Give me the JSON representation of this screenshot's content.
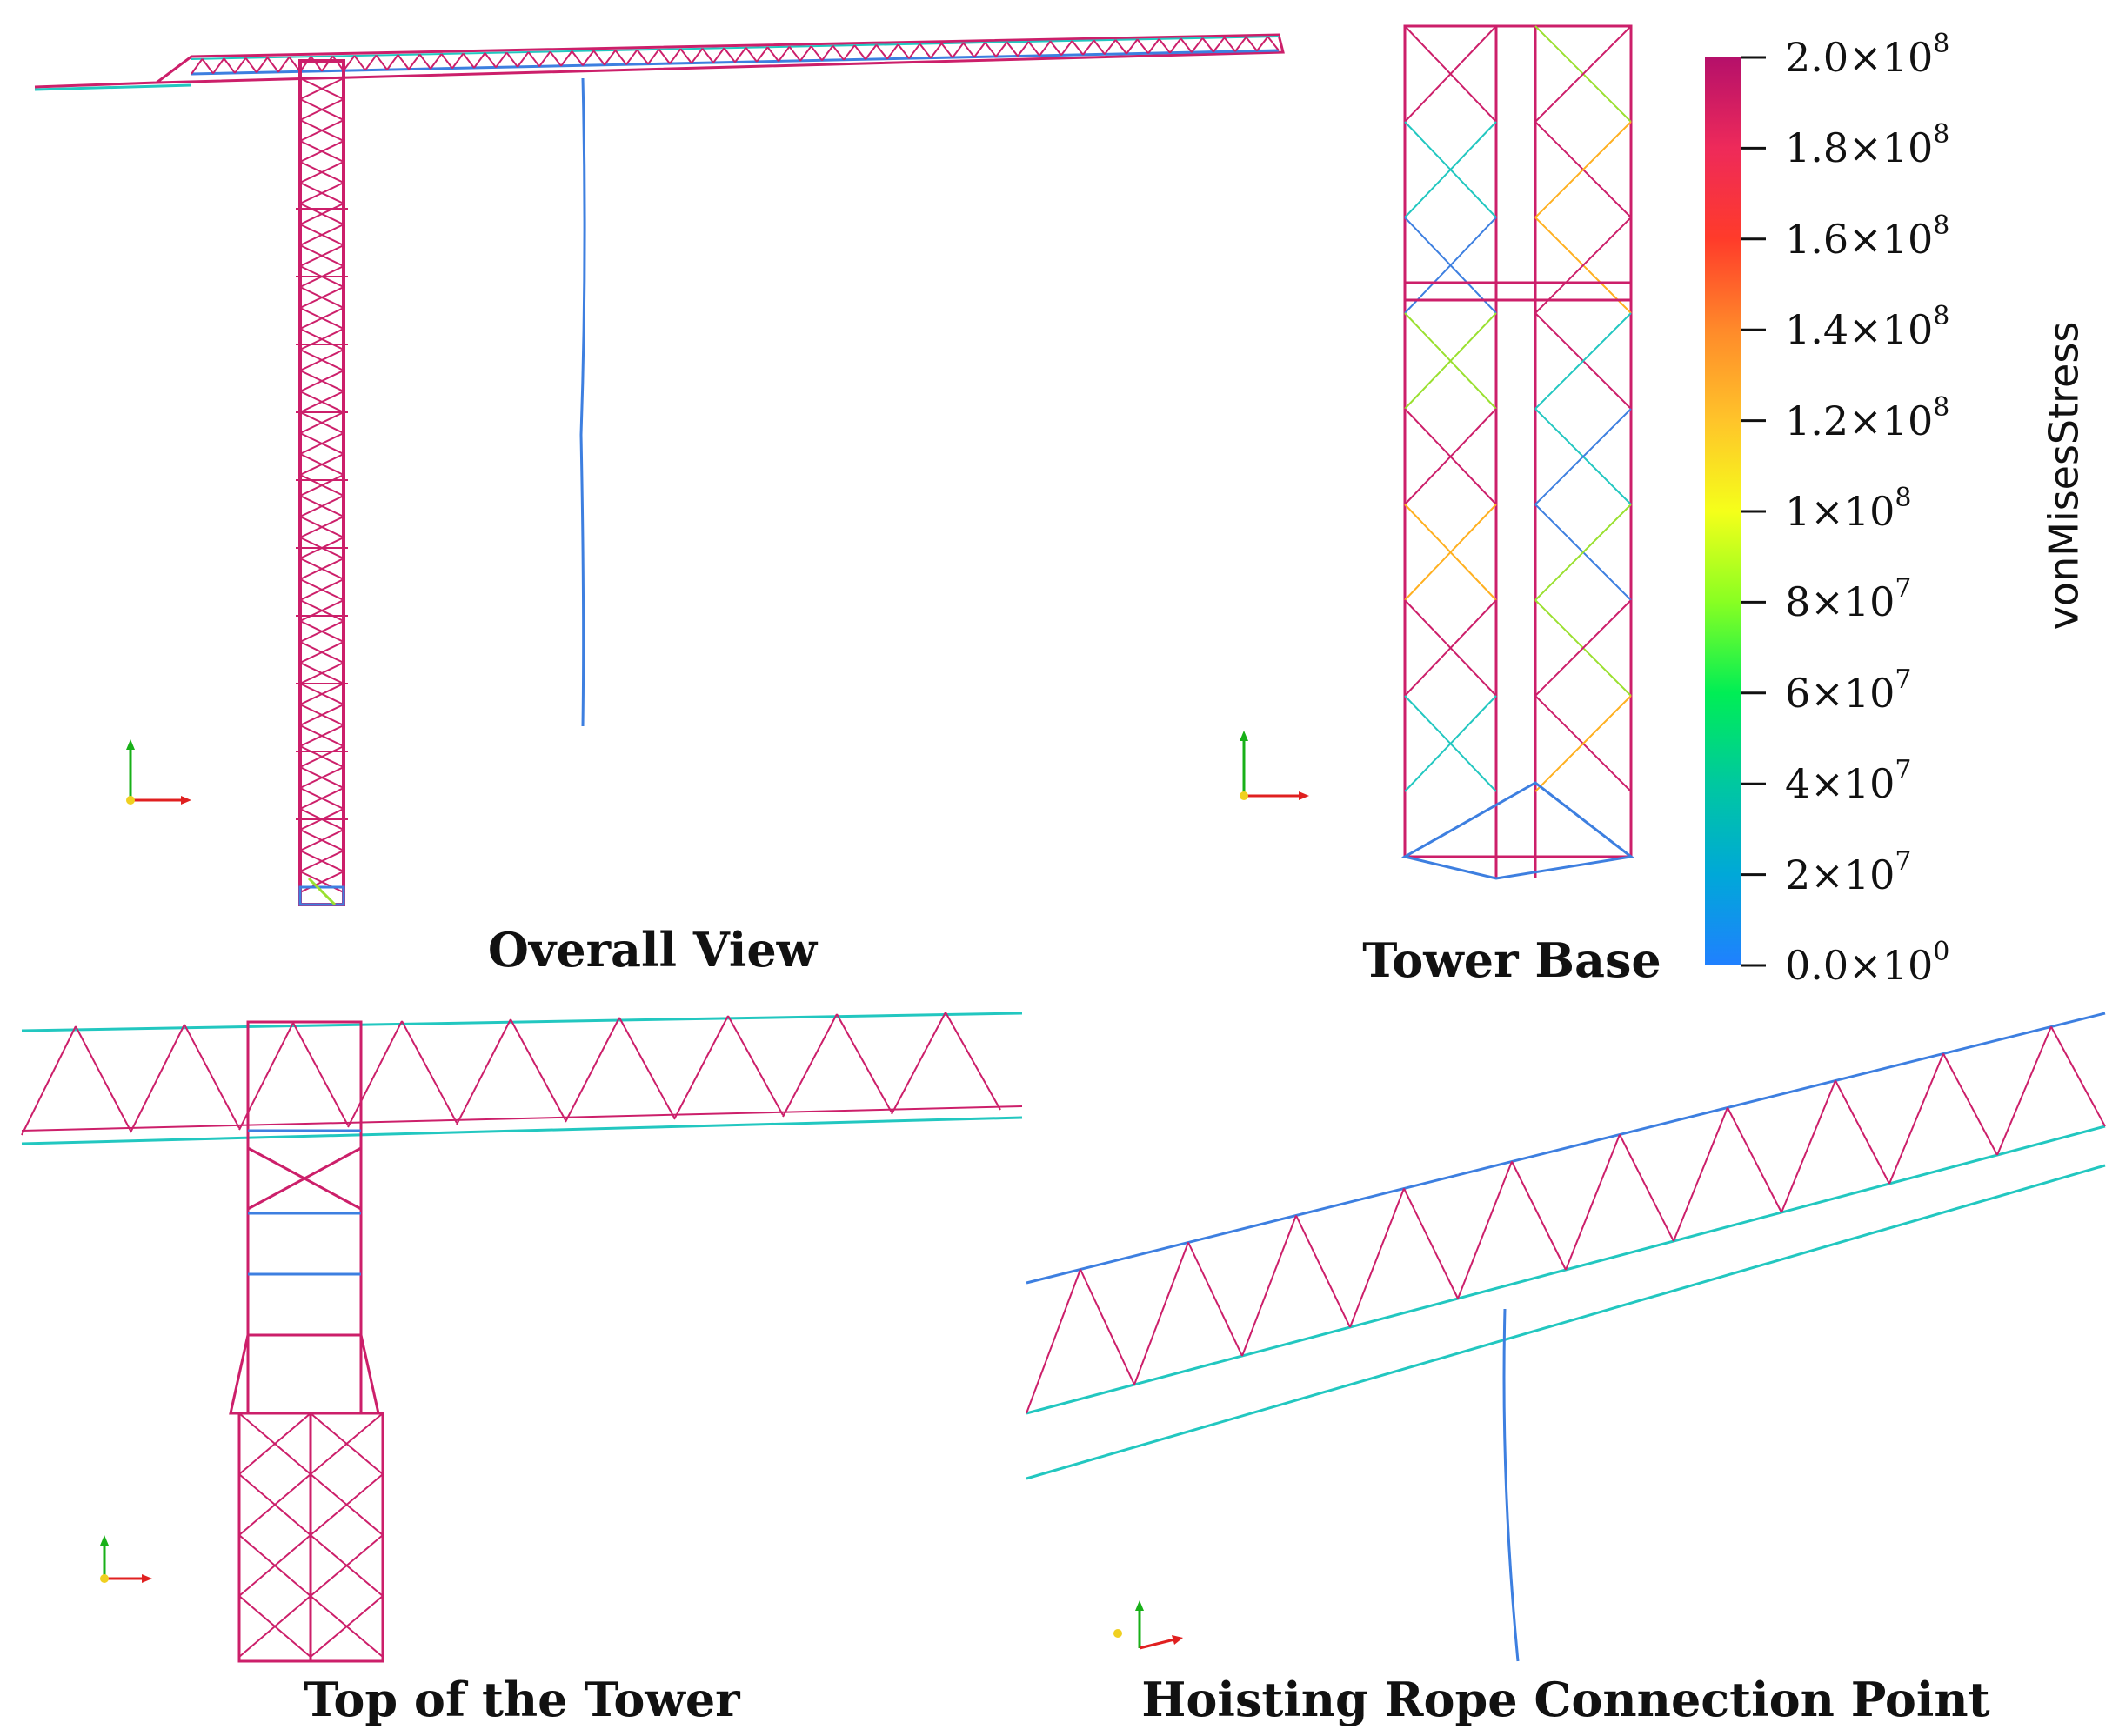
{
  "panels": [
    {
      "name": "overall-view",
      "caption": "Overall View"
    },
    {
      "name": "tower-base",
      "caption": "Tower Base"
    },
    {
      "name": "top-of-tower",
      "caption": "Top of the Tower"
    },
    {
      "name": "hoisting-rope",
      "caption": "Hoisting Rope Connection Point"
    }
  ],
  "colorbar": {
    "title": "vonMisesStress",
    "ticks": [
      {
        "mantissa": "2.0×10",
        "exp": "8"
      },
      {
        "mantissa": "1.8×10",
        "exp": "8"
      },
      {
        "mantissa": "1.6×10",
        "exp": "8"
      },
      {
        "mantissa": "1.4×10",
        "exp": "8"
      },
      {
        "mantissa": "1.2×10",
        "exp": "8"
      },
      {
        "mantissa": "1×10",
        "exp": "8"
      },
      {
        "mantissa": "8×10",
        "exp": "7"
      },
      {
        "mantissa": "6×10",
        "exp": "7"
      },
      {
        "mantissa": "4×10",
        "exp": "7"
      },
      {
        "mantissa": "2×10",
        "exp": "7"
      },
      {
        "mantissa": "0.0×10",
        "exp": "0"
      }
    ],
    "gradient_colors": [
      "#b5106a",
      "#ee2a5a",
      "#ff3b2a",
      "#ff8a2a",
      "#ffc42a",
      "#f5ff1a",
      "#88ff22",
      "#00ee55",
      "#00c8a0",
      "#00a8d8",
      "#2080ff"
    ]
  },
  "colors": {
    "high_stress": "#cc1f6a",
    "low_stress": "#3d7fe0",
    "mid_stress": "#22c7c0",
    "axis_x": "#e02020",
    "axis_y": "#18b018",
    "axis_z": "#f0d020"
  }
}
